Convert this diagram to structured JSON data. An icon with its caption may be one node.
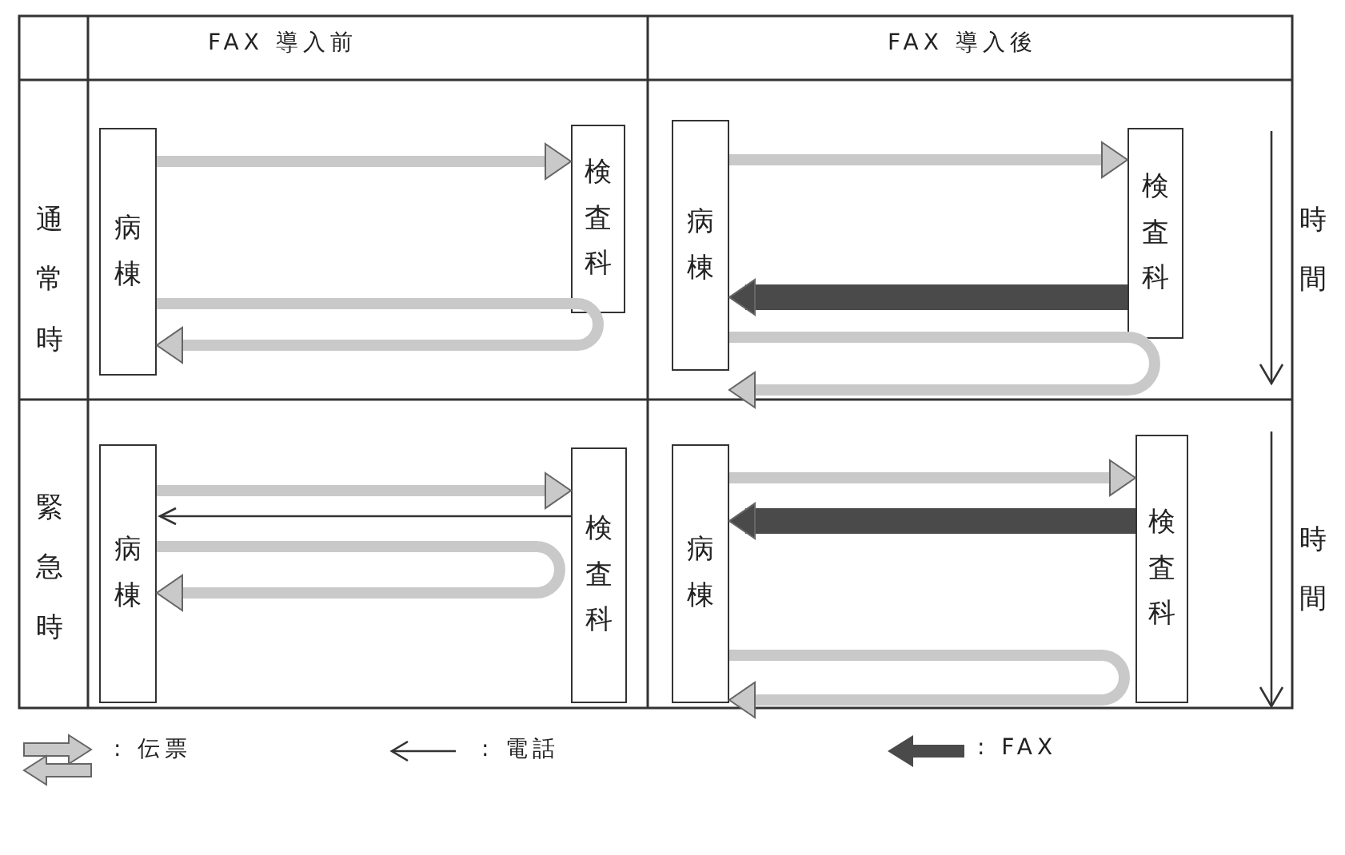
{
  "diagram": {
    "nodes": [
      {
        "text": [
          "病棟"
        ]
      },
      {
        "text": [
          "検査科"
        ]
      },
      {
        "text": [
          "病棟"
        ]
      },
      {
        "text": [
          "検査科"
        ]
      },
      {
        "text": [
          "病棟"
        ]
      },
      {
        "text": [
          "検査科"
        ]
      },
      {
        "text": [
          "病棟"
        ]
      },
      {
        "text": [
          "検査科"
        ]
      }
    ],
    "edges": [
      {
        "from": 0,
        "to": 1,
        "arrow": "to"
      },
      {
        "from": 0,
        "to": 0,
        "arrow": "to"
      },
      {
        "from": 2,
        "to": 3,
        "arrow": "to"
      },
      {
        "from": 3,
        "to": 2,
        "arrow": "to",
        "style": "thick",
        "color": "#4a4a4a"
      },
      {
        "from": 2,
        "to": 2,
        "arrow": "to"
      },
      {
        "from": 4,
        "to": 5,
        "arrow": "to"
      },
      {
        "from": 5,
        "to": 4,
        "arrow": "to",
        "color": "#333333"
      },
      {
        "from": 4,
        "to": 4,
        "arrow": "to"
      },
      {
        "from": 6,
        "to": 7,
        "arrow": "to"
      },
      {
        "from": 7,
        "to": 6,
        "arrow": "to",
        "style": "thick",
        "color": "#4a4a4a"
      },
      {
        "from": 6,
        "to": 6,
        "arrow": "to"
      }
    ],
    "labels": [
      "FAX 導入前",
      "FAX 導入後",
      "通常時",
      "時間",
      "緊急時",
      "時間"
    ],
    "legend": [
      {
        "text": ": 伝票"
      },
      {
        "text": ": 電話"
      },
      {
        "text": ": FAX"
      }
    ]
  }
}
